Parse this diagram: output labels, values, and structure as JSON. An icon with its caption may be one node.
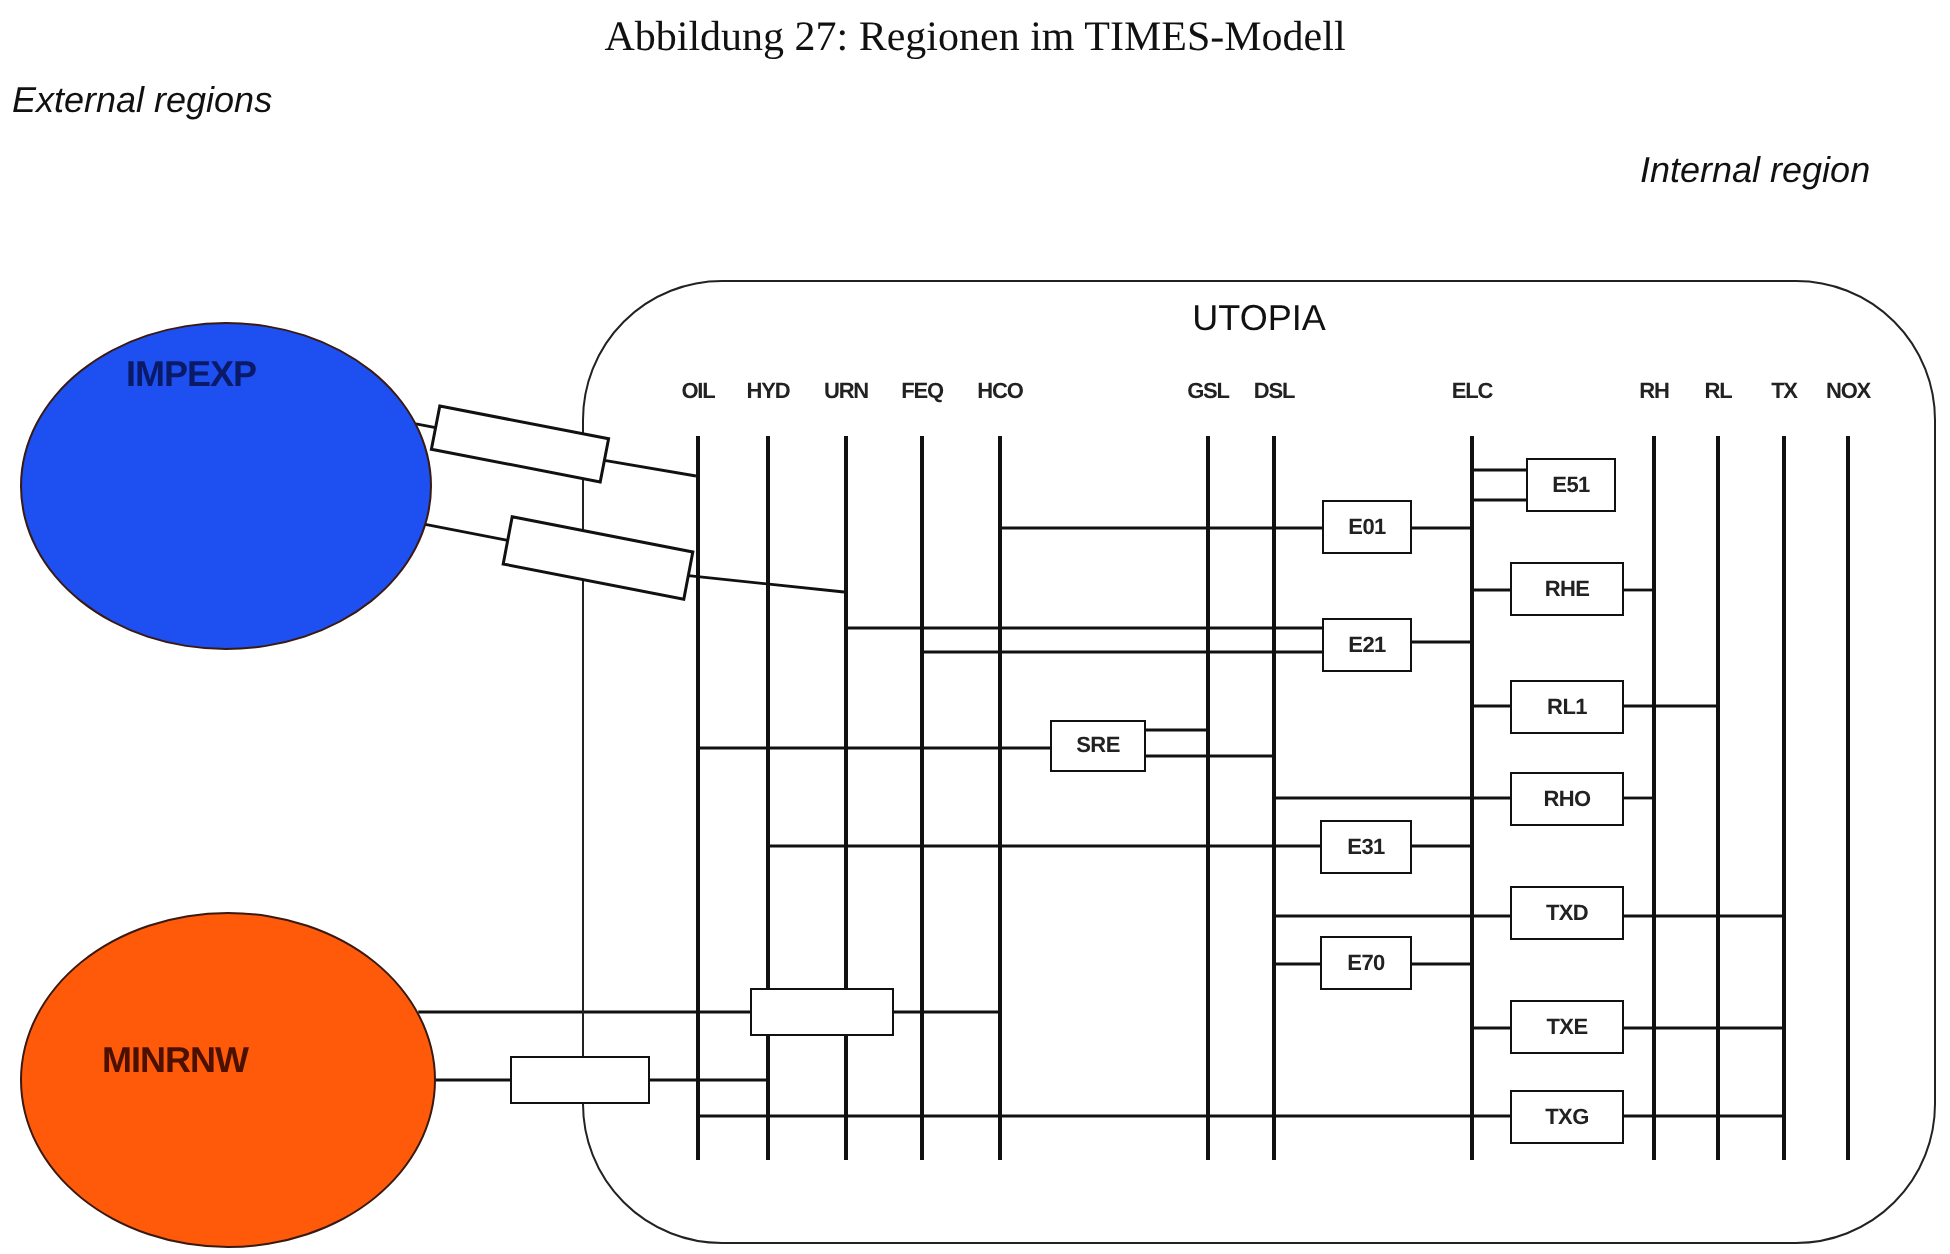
{
  "diagram": {
    "title": "Abbildung 27: Regionen im TIMES-Modell",
    "nodes": [
      {
        "text": [
          "IMPEXP"
        ]
      },
      {
        "text": [
          "UTOPIA"
        ]
      },
      {
        "text": [],
        "shape": "line",
        "beside": [
          "OIL"
        ],
        "in": 1
      },
      {
        "text": [],
        "shape": "line",
        "beside": [
          "HYD"
        ],
        "in": 1
      },
      {
        "text": [],
        "shape": "line",
        "beside": [
          "URN"
        ],
        "in": 1
      },
      {
        "text": [],
        "shape": "line",
        "beside": [
          "FEQ"
        ],
        "in": 1
      },
      {
        "text": [],
        "shape": "line",
        "beside": [
          "HCO"
        ],
        "in": 1
      },
      {
        "text": [],
        "shape": "line",
        "beside": [
          "GSL"
        ],
        "in": 1
      },
      {
        "text": [],
        "shape": "line",
        "beside": [
          "DSL"
        ],
        "in": 1
      },
      {
        "text": [],
        "shape": "line",
        "beside": [
          "ELC"
        ],
        "in": 1
      },
      {
        "text": [],
        "shape": "line",
        "beside": [
          "RH"
        ],
        "in": 1
      },
      {
        "text": [],
        "shape": "line",
        "beside": [
          "RL"
        ],
        "in": 1
      },
      {
        "text": [],
        "shape": "line",
        "beside": [
          "TX"
        ],
        "in": 1
      },
      {
        "text": [],
        "shape": "line",
        "beside": [
          "NOX"
        ],
        "in": 1
      },
      {
        "text": [],
        "shape": "box"
      },
      {
        "text": [],
        "shape": "box"
      },
      {
        "text": [
          "E51"
        ],
        "in": 1
      },
      {
        "text": [
          "E01"
        ],
        "in": 1
      },
      {
        "text": [
          "RHE"
        ],
        "in": 1
      },
      {
        "text": [
          "E21"
        ],
        "in": 1
      },
      {
        "text": [
          "RL1"
        ],
        "in": 1
      },
      {
        "text": [
          "SRE"
        ],
        "in": 1
      },
      {
        "text": [
          "RHO"
        ],
        "in": 1
      },
      {
        "text": [
          "E31"
        ],
        "in": 1
      },
      {
        "text": [
          "TXD"
        ],
        "in": 1
      },
      {
        "text": [
          "E70"
        ],
        "in": 1
      },
      {
        "text": [
          "MINRNW"
        ]
      },
      {
        "text": [],
        "shape": "box",
        "in": 1
      },
      {
        "text": [
          "TXE"
        ],
        "in": 1
      },
      {
        "text": [],
        "shape": "box"
      },
      {
        "text": [
          "TXG"
        ],
        "in": 1
      }
    ],
    "edges": [
      {
        "from": 0,
        "to": 14,
        "arrow": "none"
      },
      {
        "from": 14,
        "to": 2,
        "arrow": "none"
      },
      {
        "from": 0,
        "to": 15,
        "arrow": "none"
      },
      {
        "from": 15,
        "to": 4,
        "arrow": "none"
      },
      {
        "from": 9,
        "to": 16,
        "arrow": "none"
      },
      {
        "from": 16,
        "to": 9,
        "arrow": "none"
      },
      {
        "from": 6,
        "to": 17,
        "arrow": "none"
      },
      {
        "from": 17,
        "to": 9,
        "arrow": "none"
      },
      {
        "from": 9,
        "to": 18,
        "arrow": "none"
      },
      {
        "from": 18,
        "to": 10,
        "arrow": "none"
      },
      {
        "from": 4,
        "to": 19,
        "arrow": "none"
      },
      {
        "from": 5,
        "to": 19,
        "arrow": "none"
      },
      {
        "from": 19,
        "to": 9,
        "arrow": "none"
      },
      {
        "from": 9,
        "to": 20,
        "arrow": "none"
      },
      {
        "from": 20,
        "to": 11,
        "arrow": "none"
      },
      {
        "from": 2,
        "to": 21,
        "arrow": "none"
      },
      {
        "from": 21,
        "to": 7,
        "arrow": "none"
      },
      {
        "from": 21,
        "to": 8,
        "arrow": "none"
      },
      {
        "from": 8,
        "to": 22,
        "arrow": "none"
      },
      {
        "from": 22,
        "to": 10,
        "arrow": "none"
      },
      {
        "from": 3,
        "to": 23,
        "arrow": "none"
      },
      {
        "from": 23,
        "to": 9,
        "arrow": "none"
      },
      {
        "from": 8,
        "to": 24,
        "arrow": "none"
      },
      {
        "from": 24,
        "to": 12,
        "arrow": "none"
      },
      {
        "from": 8,
        "to": 25,
        "arrow": "none"
      },
      {
        "from": 25,
        "to": 9,
        "arrow": "none"
      },
      {
        "from": 26,
        "to": 27,
        "arrow": "none"
      },
      {
        "from": 27,
        "to": 6,
        "arrow": "none"
      },
      {
        "from": 9,
        "to": 28,
        "arrow": "none"
      },
      {
        "from": 28,
        "to": 12,
        "arrow": "none"
      },
      {
        "from": 26,
        "to": 29,
        "arrow": "none"
      },
      {
        "from": 29,
        "to": 3,
        "arrow": "none"
      },
      {
        "from": 2,
        "to": 30,
        "arrow": "none"
      },
      {
        "from": 30,
        "to": 12,
        "arrow": "none"
      }
    ],
    "labels": [
      "External regions",
      "Internal region"
    ]
  }
}
